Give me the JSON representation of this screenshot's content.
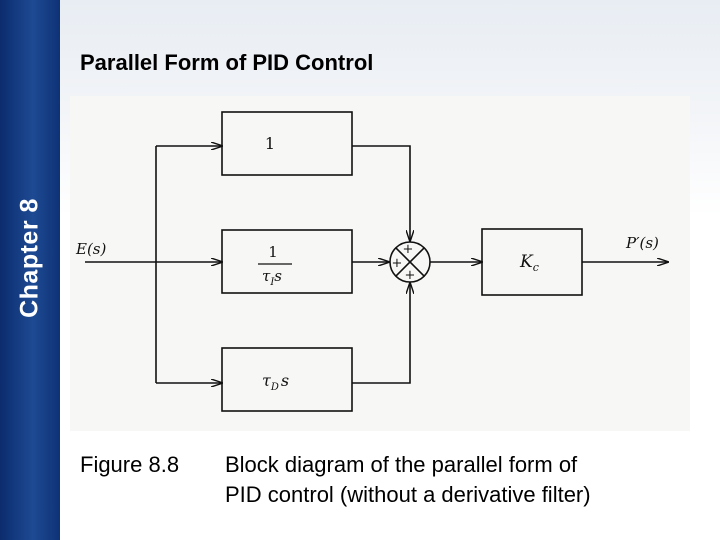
{
  "sidebar": {
    "label": "Chapter 8"
  },
  "slide": {
    "title": "Parallel Form of PID Control"
  },
  "diagram": {
    "input_label": "E(s)",
    "output_label": "P′(s)",
    "blocks": {
      "proportional": "1",
      "integral": {
        "numerator": "1",
        "denominator_tau": "τ",
        "denominator_sub": "I",
        "denominator_s": "s"
      },
      "derivative": {
        "tau": "τ",
        "sub": "D",
        "s": "s"
      },
      "gain": {
        "symbol": "K",
        "sub": "c"
      }
    },
    "summing_junction": {
      "signs": [
        "+",
        "+",
        "+"
      ]
    }
  },
  "caption": {
    "number": "Figure 8.8",
    "line1": "Block diagram of the parallel form of",
    "line2": "PID control (without a derivative filter)"
  },
  "colors": {
    "sidebar": "#1d4a93",
    "diagram_line": "#111111"
  }
}
